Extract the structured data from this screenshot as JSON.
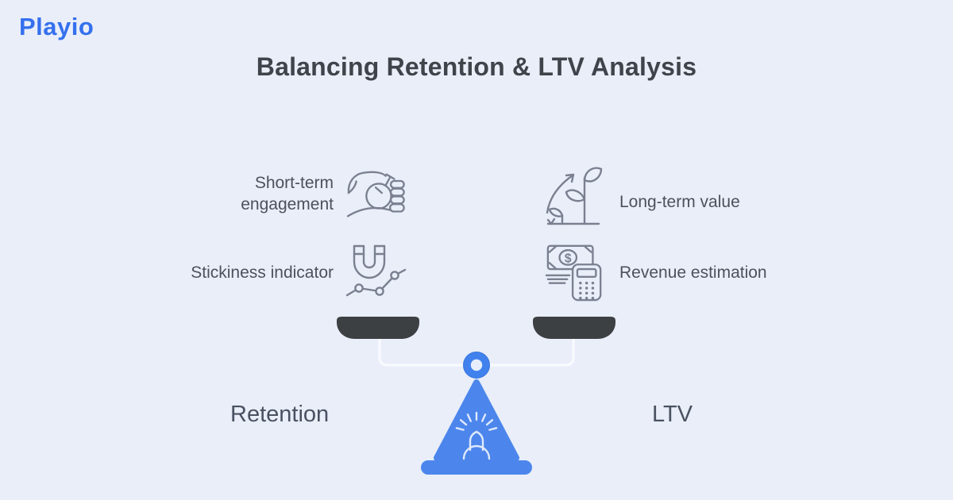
{
  "brand": {
    "name": "Playio"
  },
  "header": {
    "title": "Balancing Retention & LTV Analysis"
  },
  "features": {
    "left": [
      {
        "label": "Short-term engagement",
        "icon": "stopwatch-hand-icon"
      },
      {
        "label": "Stickiness indicator",
        "icon": "magnet-trend-icon"
      }
    ],
    "right": [
      {
        "label": "Long-term value",
        "icon": "plant-growth-icon"
      },
      {
        "label": "Revenue estimation",
        "icon": "cash-calculator-icon"
      }
    ]
  },
  "scale": {
    "left_pan_label": "Retention",
    "right_pan_label": "LTV",
    "dollar_glyph": "$"
  },
  "colors": {
    "background": "#e9eef9",
    "logo_blue": "#3570ee",
    "accent_blue": "#4c86ec",
    "pivot_blue": "#4181ee",
    "pan_dark": "#3d4043",
    "title_text": "#3f444b",
    "body_text": "#4c515c",
    "label_text": "#4a5161",
    "icon_stroke": "#7a8090",
    "beam_white": "#f8fafe"
  }
}
